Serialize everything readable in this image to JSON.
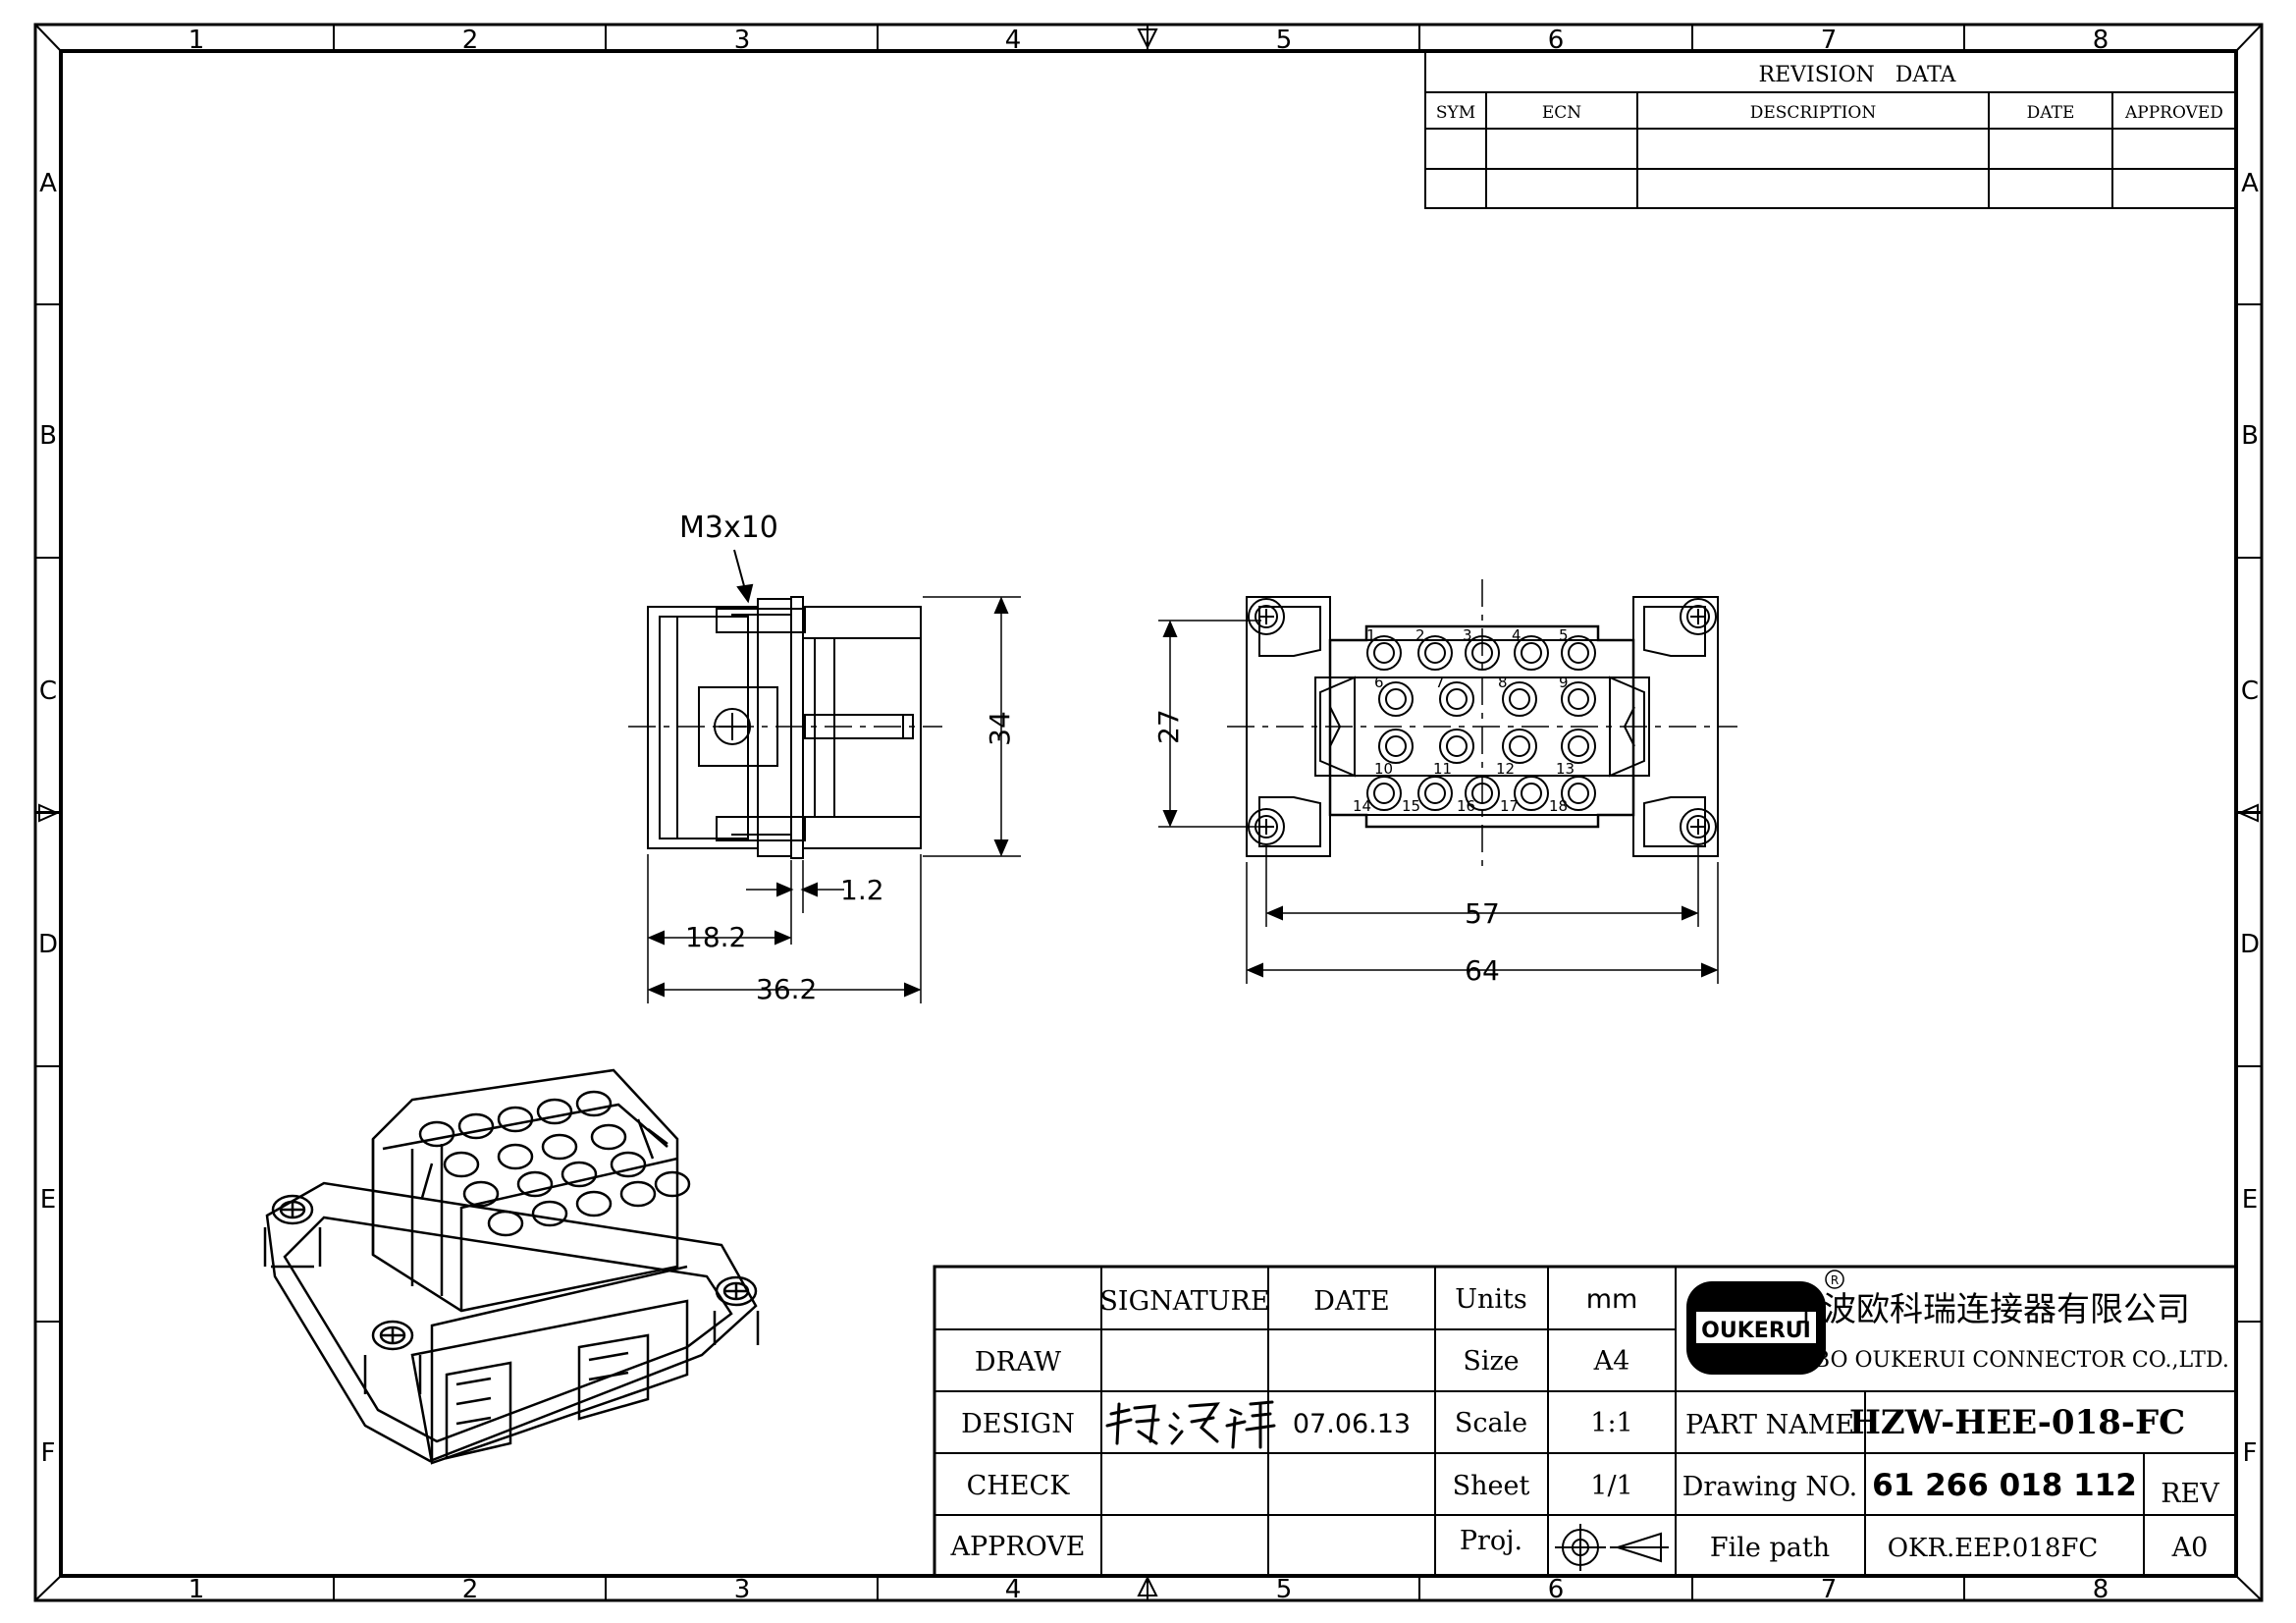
{
  "zones": {
    "columns": [
      "1",
      "2",
      "3",
      "4",
      "5",
      "6",
      "7",
      "8"
    ],
    "rows": [
      "A",
      "B",
      "C",
      "D",
      "E",
      "F"
    ]
  },
  "revision": {
    "title": "REVISION   DATA",
    "headers": [
      "SYM",
      "ECN",
      "DESCRIPTION",
      "DATE",
      "APPROVED"
    ]
  },
  "dimensions": {
    "screw": "M3x10",
    "d_34": "34",
    "d_1_2": "1.2",
    "d_18_2": "18.2",
    "d_36_2": "36.2",
    "d_27": "27",
    "d_57": "57",
    "d_64": "64"
  },
  "pins": [
    "1",
    "2",
    "3",
    "4",
    "5",
    "6",
    "7",
    "8",
    "9",
    "10",
    "11",
    "12",
    "13",
    "14",
    "15",
    "16",
    "17",
    "18"
  ],
  "titleblock": {
    "h_signature": "SIGNATURE",
    "h_date": "DATE",
    "r_draw": "DRAW",
    "r_design": "DESIGN",
    "r_check": "CHECK",
    "r_approve": "APPROVE",
    "design_date": "07.06.13",
    "units_label": "Units",
    "units_value": "mm",
    "size_label": "Size",
    "size_value": "A4",
    "scale_label": "Scale",
    "scale_value": "1:1",
    "sheet_label": "Sheet",
    "sheet_value": "1/1",
    "proj_label": "Proj.",
    "logo_text": "OUKERUI",
    "company_cn": "宁波欧科瑞连接器有限公司",
    "company_en": "NINGBO OUKERUI CONNECTOR CO.,LTD.",
    "part_name_label": "PART NAME",
    "part_name_value": "HZW-HEE-018-FC",
    "drawing_no_label": "Drawing NO.",
    "drawing_no_value": "61 266 018 112",
    "rev_label": "REV",
    "file_path_label": "File path",
    "file_path_value": "OKR.EEP.018FC",
    "rev_value": "A0"
  }
}
